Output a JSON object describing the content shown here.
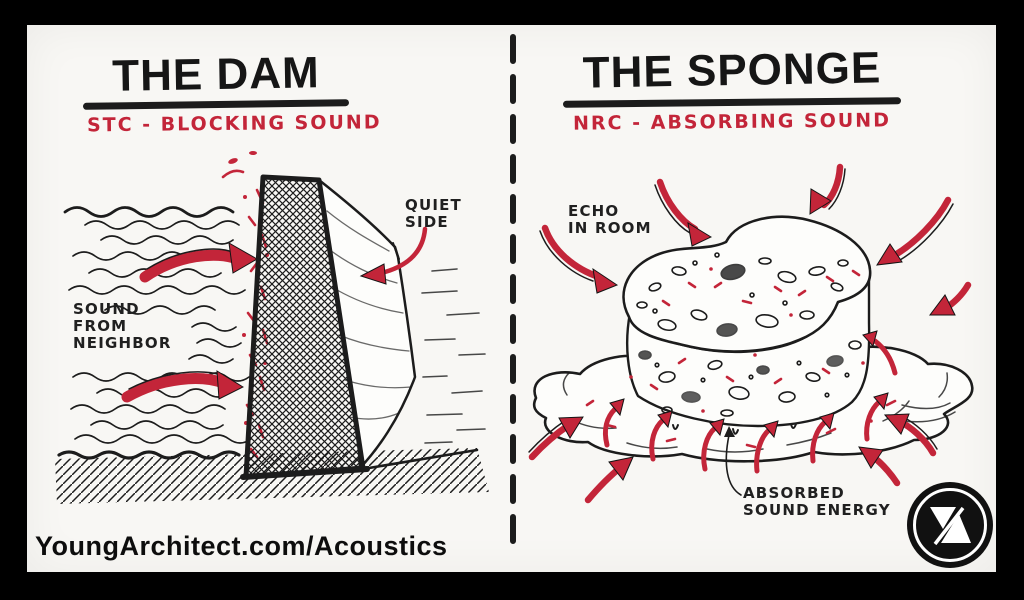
{
  "colors": {
    "ink": "#1c1c1c",
    "accent_red": "#c32539",
    "paper": "#f8f7f4",
    "frame": "#000000"
  },
  "left_panel": {
    "title": "THE DAM",
    "subtitle": "STC - BLOCKING SOUND",
    "label_sound_source": [
      "SOUND",
      "FROM",
      "NEIGHBOR"
    ],
    "label_quiet": [
      "QUIET",
      "SIDE"
    ]
  },
  "right_panel": {
    "title": "THE SPONGE",
    "subtitle": "NRC - ABSORBING SOUND",
    "label_echo": [
      "ECHO",
      "IN ROOM"
    ],
    "label_absorbed": [
      "ABSORBED",
      "SOUND ENERGY"
    ]
  },
  "footer": {
    "credit": "YoungArchitect.com/Acoustics"
  },
  "logo": {
    "alt": "Young Architect monogram"
  }
}
